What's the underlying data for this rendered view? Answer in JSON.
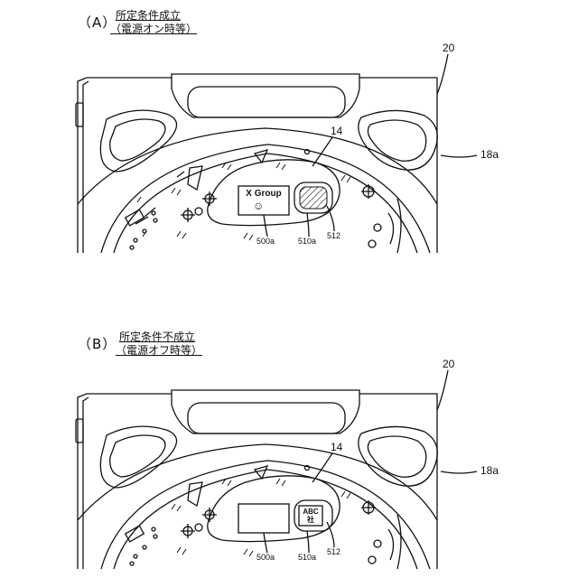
{
  "panels": [
    {
      "tag": "（A）",
      "condition": "所定条件成立",
      "power_state": "（電源オン時等）",
      "refs": {
        "machine": "20",
        "front_frame": "18a",
        "display": "14",
        "first_image": "500a",
        "second_image": "510a",
        "second_display": "512"
      },
      "first_image_text": "X Group",
      "first_image_face": "☺",
      "second_image_state": "hatched"
    },
    {
      "tag": "（B）",
      "condition": "所定条件不成立",
      "power_state": "（電源オフ時等）",
      "refs": {
        "machine": "20",
        "front_frame": "18a",
        "display": "14",
        "first_image": "500a",
        "second_image": "510a",
        "second_display": "512"
      },
      "second_image_text_line1": "ABC",
      "second_image_text_line2": "社"
    }
  ]
}
